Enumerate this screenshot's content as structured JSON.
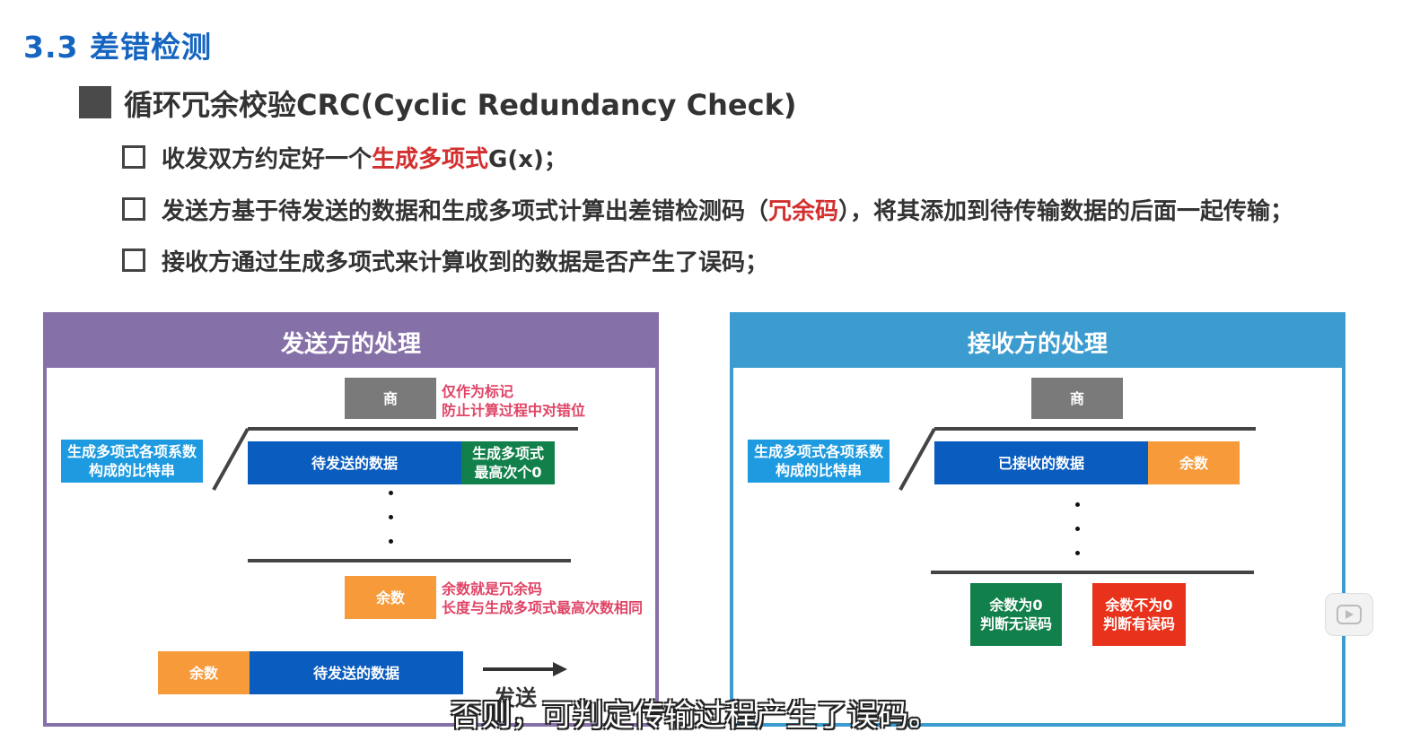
{
  "heading": {
    "title": "3.3 差错检测",
    "topic": "循环冗余校验CRC(Cyclic Redundancy Check)"
  },
  "bullets": [
    {
      "prefix": "收发双方约定好一个",
      "highlight": "生成多项式",
      "suffix": "G(x)；"
    },
    {
      "prefix": "发送方基于待发送的数据和生成多项式计算出差错检测码（",
      "highlight": "冗余码",
      "suffix": "），将其添加到待传输数据的后面一起传输；"
    },
    {
      "prefix": "接收方通过生成多项式来计算收到的数据是否产生了误码；",
      "highlight": "",
      "suffix": ""
    }
  ],
  "sender": {
    "title": "发送方的处理",
    "quotient": "商",
    "quotient_note_1": "仅作为标记",
    "quotient_note_2": "防止计算过程中对错位",
    "divisor_line1": "生成多项式各项系数",
    "divisor_line2": "构成的比特串",
    "data": "待发送的数据",
    "zeros_line1": "生成多项式",
    "zeros_line2": "最高次个0",
    "remainder": "余数",
    "remainder_note_1": "余数就是冗余码",
    "remainder_note_2": "长度与生成多项式最高次数相同",
    "final_remainder": "余数",
    "final_data": "待发送的数据",
    "send_label": "发送"
  },
  "receiver": {
    "title": "接收方的处理",
    "quotient": "商",
    "divisor_line1": "生成多项式各项系数",
    "divisor_line2": "构成的比特串",
    "data": "已接收的数据",
    "remainder": "余数",
    "ok_line1": "余数为0",
    "ok_line2": "判断无误码",
    "err_line1": "余数不为0",
    "err_line2": "判断有误码"
  },
  "subtitle": "否则，可判定传输过程产生了误码。",
  "colors": {
    "title_blue": "#1565c0",
    "highlight_red": "#d32f2f",
    "sender_purple": "#8670a8",
    "receiver_blue": "#3d9ccf",
    "data_blue": "#0a5dbe",
    "divisor_blue": "#1e9be0",
    "gray": "#7a7a7a",
    "orange": "#f79a3a",
    "green": "#11804a",
    "red": "#e8321c",
    "note_pink": "#e04466"
  },
  "icons": {
    "video_play": "bilibili-play-icon"
  }
}
